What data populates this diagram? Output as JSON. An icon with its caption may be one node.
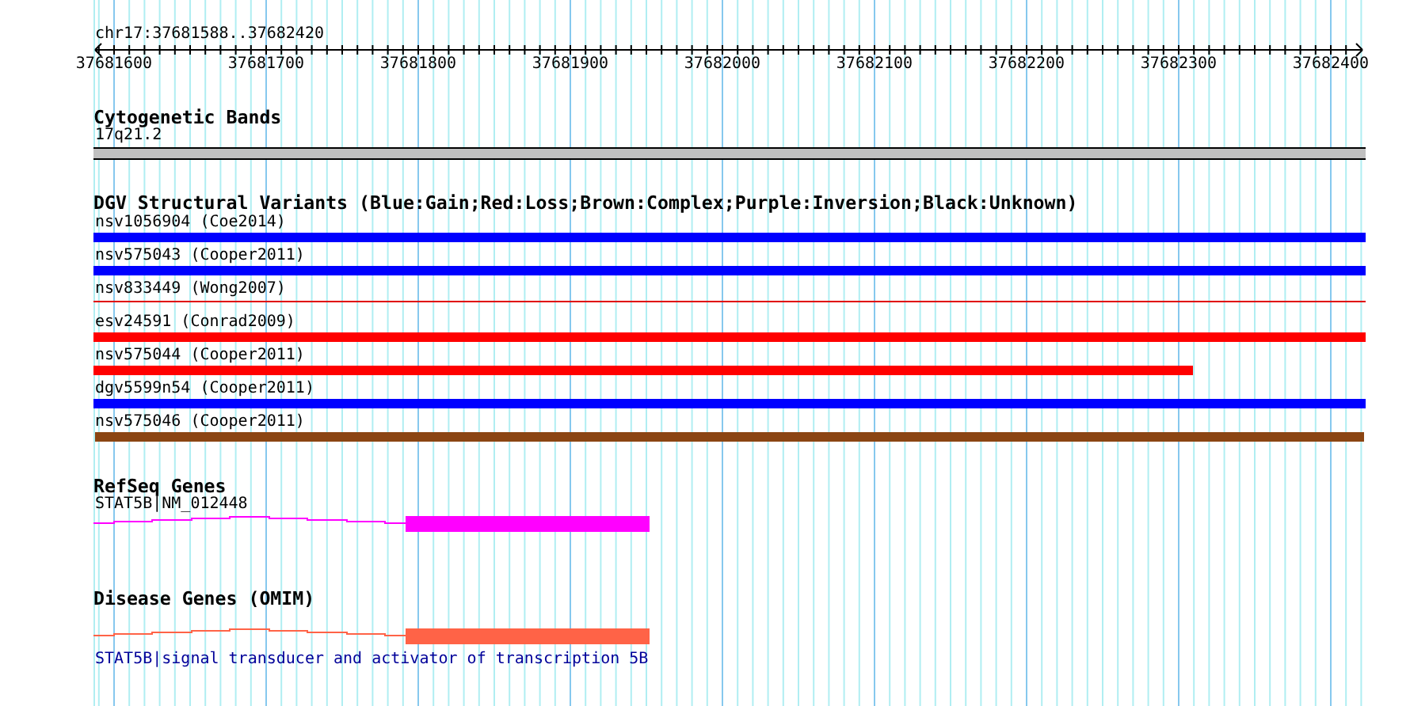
{
  "diagram": {
    "nodes": [
      {
        "text": [
          "17q21.2"
        ]
      },
      {
        "text": [
          "nsv1056904 (Coe2014)"
        ]
      },
      {
        "text": [
          "nsv575043 (Cooper2011)"
        ]
      },
      {
        "text": [
          "nsv833449 (Wong2007)"
        ]
      },
      {
        "text": [
          "esv24591 (Conrad2009)"
        ]
      },
      {
        "text": [
          "nsv575044 (Cooper2011)"
        ]
      },
      {
        "text": [
          "dgv5599n54 (Cooper2011)"
        ]
      },
      {
        "text": [
          "nsv575046 (Cooper2011)"
        ]
      },
      {
        "text": [
          "STAT5B|NM_012448"
        ]
      },
      {
        "text": [
          "STAT5B|signal transducer and activator of transcription 5B"
        ]
      }
    ],
    "labels": [
      "chr17:37681588..37682420",
      "37681600",
      "37681700",
      "37681800",
      "37681900",
      "37682000",
      "37682100",
      "37682200",
      "37682300",
      "37682400",
      "Cytogenetic Bands",
      "DGV Structural Variants (Blue:Gain;Red:Loss;Brown:Complex;Purple:Inversion;Black:Unknown)",
      "RefSeq Genes",
      "Disease Genes (OMIM)"
    ]
  }
}
